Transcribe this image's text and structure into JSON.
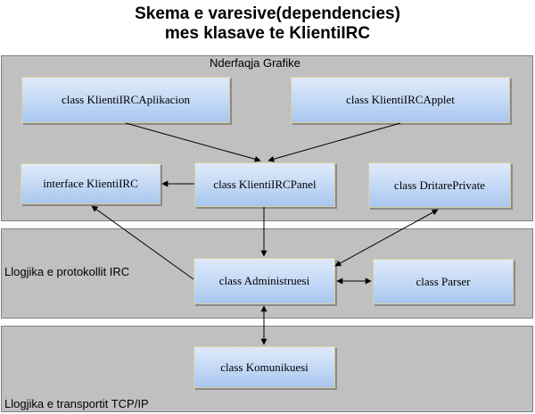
{
  "title": {
    "line1": "Skema e varesive(dependencies)",
    "line2": "mes klasave te KlientiIRC"
  },
  "layers": {
    "gui": "Nderfaqja Grafike",
    "protocol": "Llogjika e protokollit IRC",
    "transport": "Llogjika e transportit TCP/IP"
  },
  "classes": {
    "aplikacion": "class  KlientiIRCAplikacion",
    "applet": "class  KlientiIRCApplet",
    "interface": "interface KlientiIRC",
    "panel": "class  KlientiIRCPanel",
    "private": "class  DritarePrivate",
    "administruesi": "class  Administruesi",
    "parser": "class  Parser",
    "komunikuesi": "class  Komunikuesi"
  },
  "colors": {
    "layer_fill": "#c0c0c0",
    "box_fill": "#c2d8f5",
    "box_border": "#d8cf9c",
    "arrow": "#000000"
  }
}
